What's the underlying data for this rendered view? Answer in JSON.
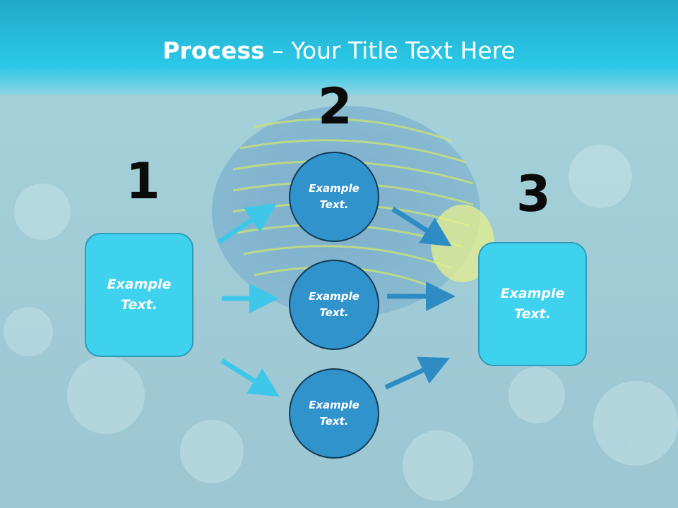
{
  "title": {
    "bold": "Process",
    "rest": " – Your Title Text Here"
  },
  "steps": {
    "one": "1",
    "two": "2",
    "three": "3"
  },
  "left_box": {
    "text": "Example\nText."
  },
  "right_box": {
    "text": "Example\nText."
  },
  "circles": [
    {
      "text": "Example\nText."
    },
    {
      "text": "Example\nText."
    },
    {
      "text": "Example\nText."
    }
  ],
  "colors": {
    "header": "#27c4e3",
    "box": "#3fd2ee",
    "circle": "#3193cc",
    "arrow_light": "#3fc7ea",
    "arrow_dark": "#2e8cc4"
  }
}
